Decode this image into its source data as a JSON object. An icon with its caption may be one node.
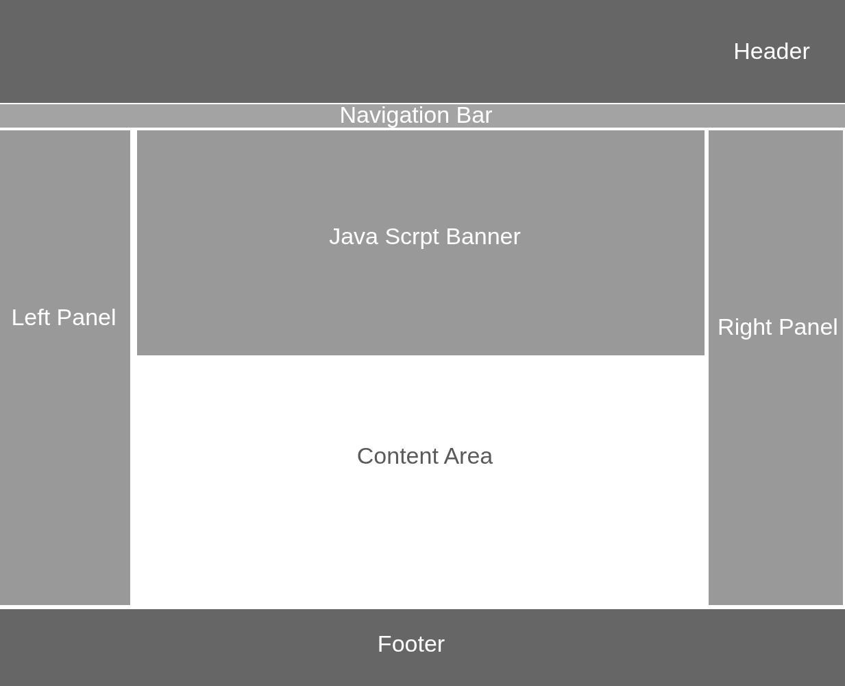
{
  "diagram": {
    "nodes": [
      {
        "text": [
          "Header"
        ]
      },
      {
        "text": [
          "Navigation Bar"
        ]
      },
      {
        "text": [
          "Left Panel"
        ]
      },
      {
        "text": [
          "Java Scrpt Banner"
        ]
      },
      {
        "text": [
          "Content Area"
        ]
      },
      {
        "text": [
          "Right Panel"
        ]
      },
      {
        "text": [
          "Footer"
        ]
      }
    ]
  }
}
